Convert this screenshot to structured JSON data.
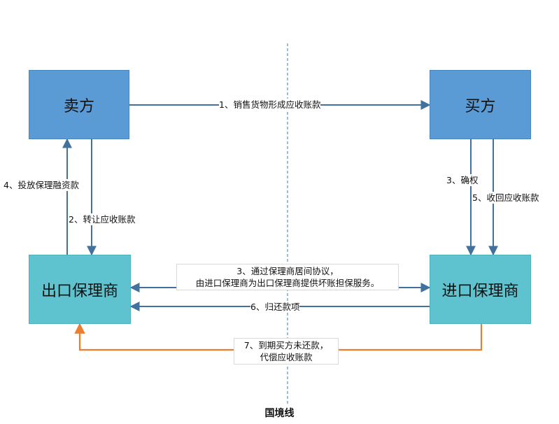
{
  "nodes": {
    "seller": "卖方",
    "buyer": "买方",
    "export_factor": "出口保理商",
    "import_factor": "进口保理商"
  },
  "flows": {
    "f1": "1、销售货物形成应收账款",
    "f2": "2、转让应收账款",
    "f3_confirm": "3、确权",
    "f3_line1": "3、通过保理商居间协议，",
    "f3_line2": "由进口保理商为出口保理商提供坏账担保服务。",
    "f4": "4、投放保理融资款",
    "f5": "5、收回应收账款",
    "f6": "6、归还款项",
    "f7_line1": "7、到期买方未还款，",
    "f7_line2": "代偿应收账款"
  },
  "border_label": "国境线",
  "colors": {
    "seller_buyer_fill": "#5b9bd5",
    "factor_fill": "#5fc3cf",
    "arrow": "#41719c",
    "guarantee_arrow": "#ed7d31",
    "border_line": "#5b8fc9"
  }
}
